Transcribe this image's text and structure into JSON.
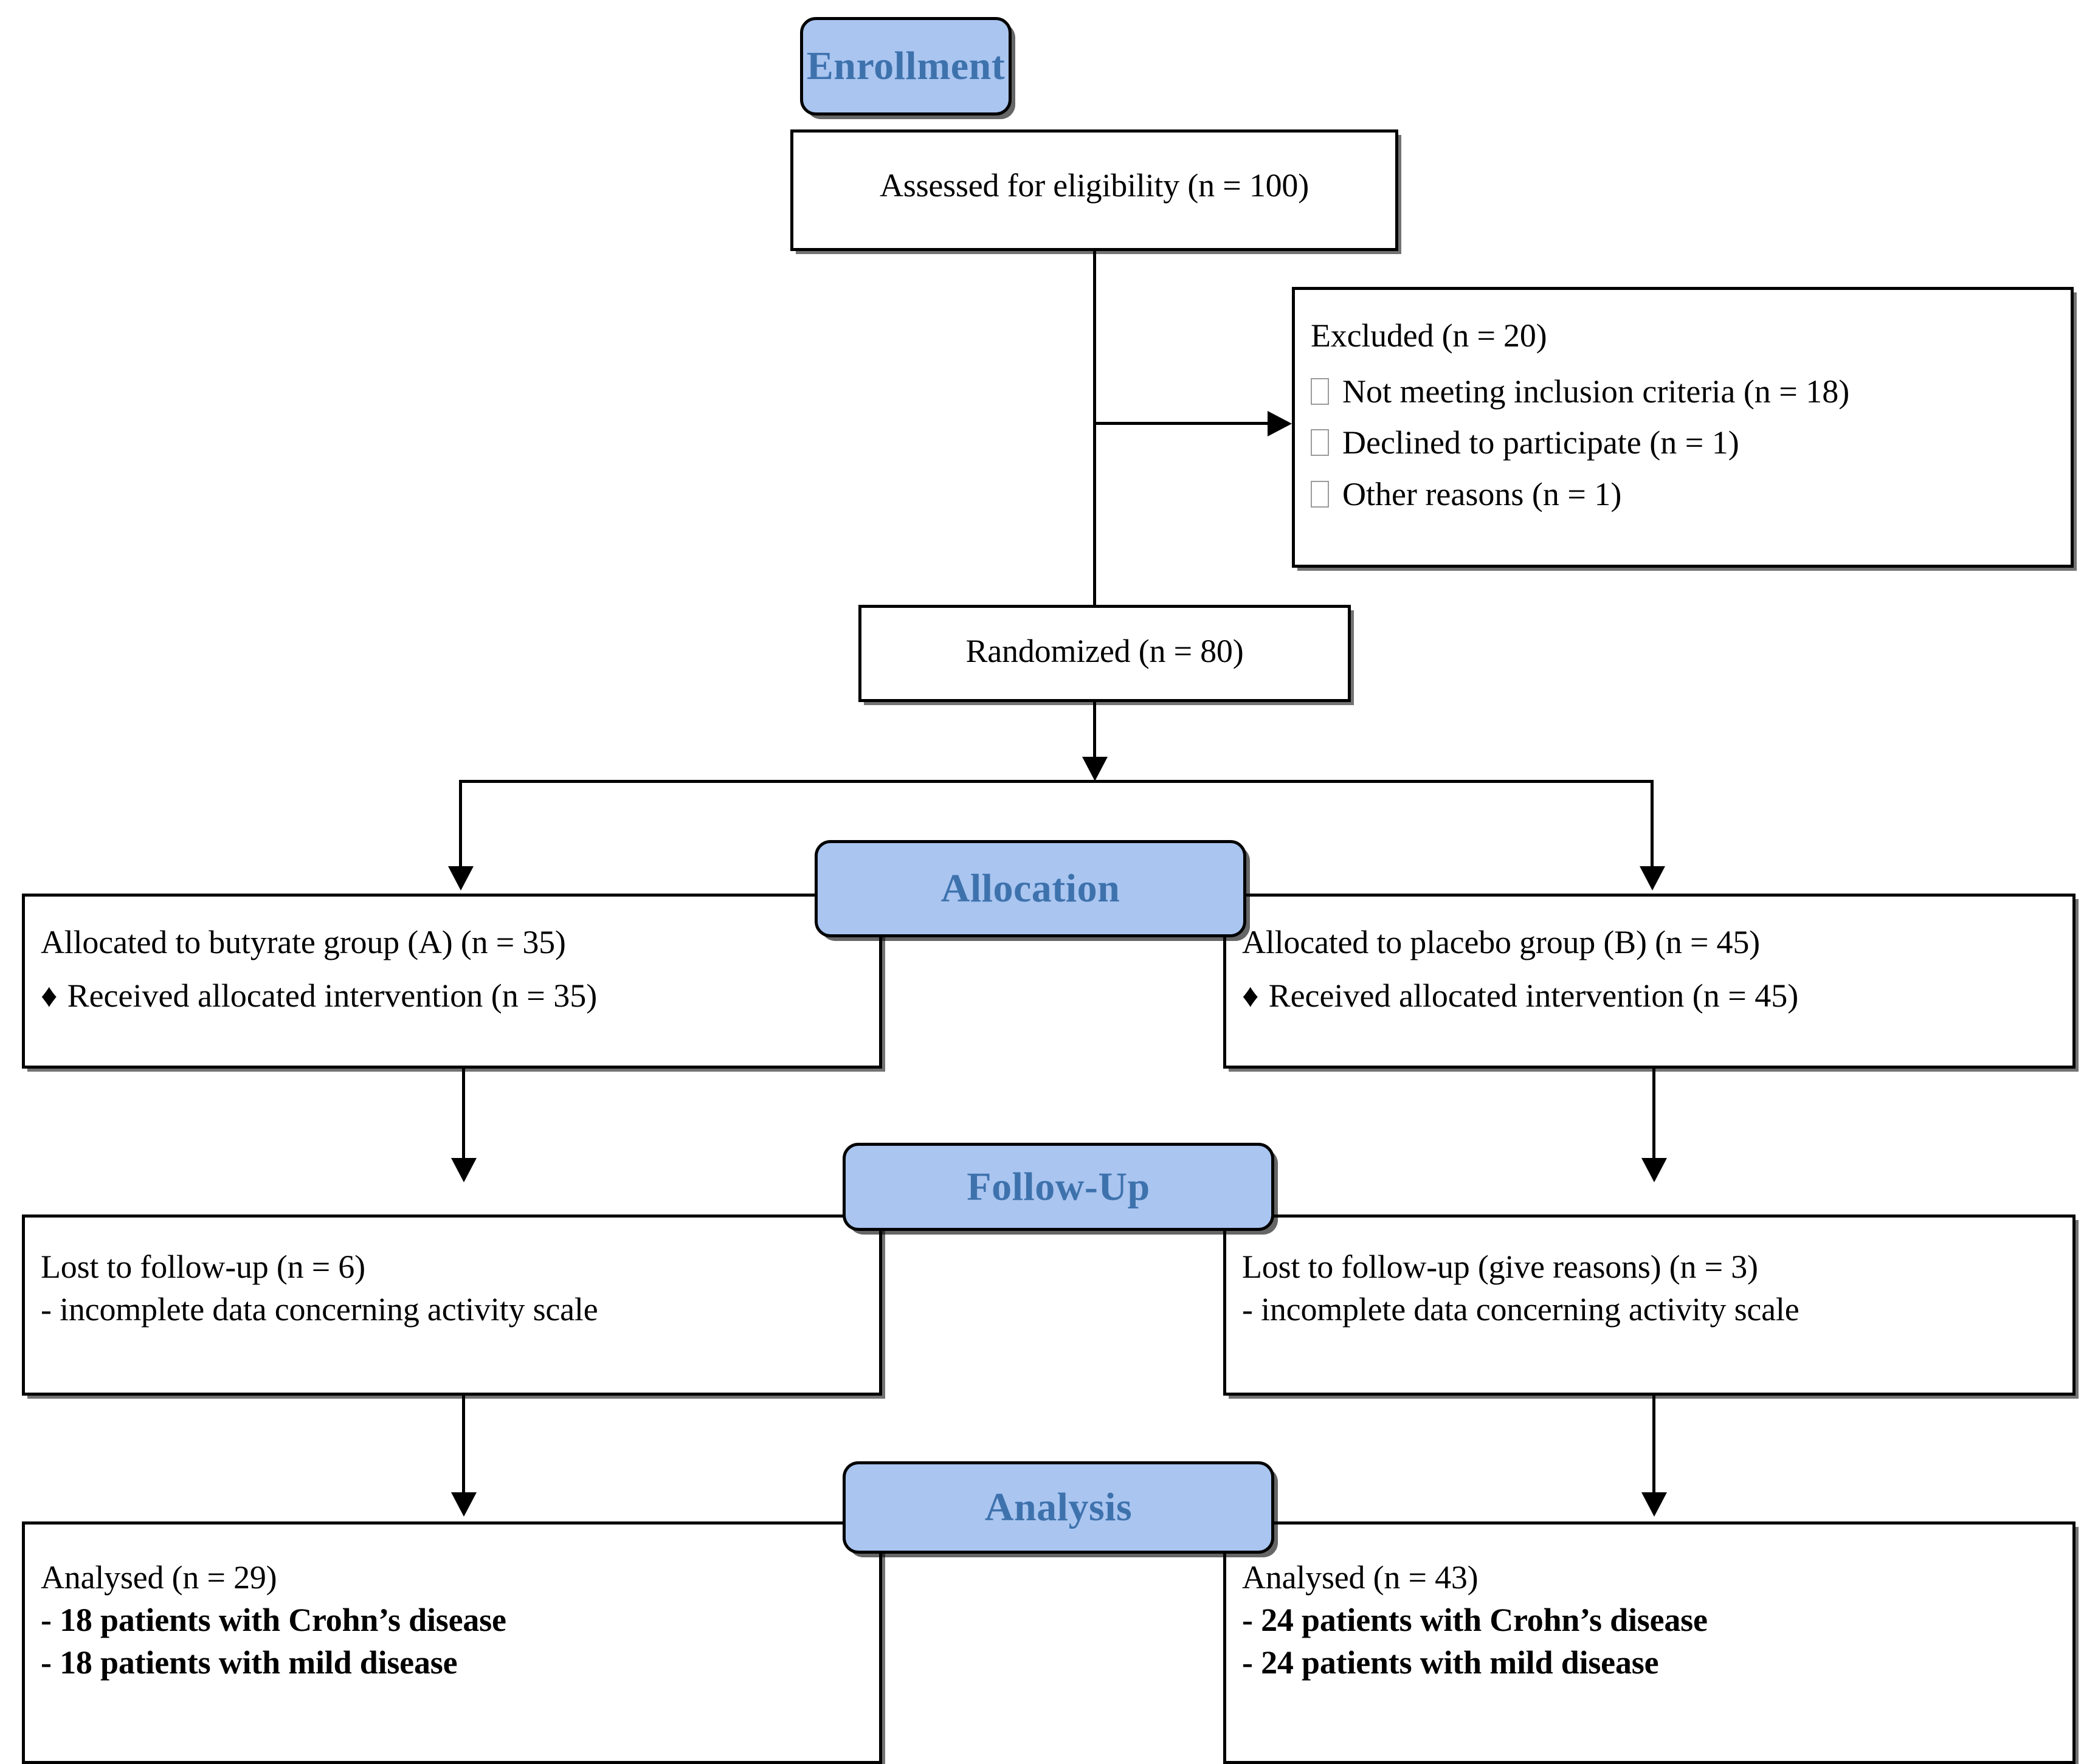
{
  "diagram": {
    "title": "CONSORT participant flow diagram",
    "accent_badge_fill": "#a9c5f0",
    "accent_badge_text": "#3e72ad",
    "line_color": "#000000"
  },
  "stages": {
    "enrollment": "Enrollment",
    "allocation": "Allocation",
    "followup": "Follow-Up",
    "analysis": "Analysis"
  },
  "enrollment": {
    "assessed": "Assessed for eligibility (n = 100)",
    "excluded_title": "Excluded  (n = 20)",
    "excluded_reasons": [
      "Not meeting inclusion criteria (n = 18)",
      "Declined to participate (n = 1)",
      "Other reasons (n = 1)"
    ],
    "randomized": "Randomized (n = 80)"
  },
  "allocation": {
    "left": {
      "heading": "Allocated to butyrate group (A) (n = 35)",
      "bullet": "Received allocated intervention (n = 35)"
    },
    "right": {
      "heading": "Allocated to placebo group (B) (n = 45)",
      "bullet": "Received allocated intervention (n = 45)"
    }
  },
  "followup": {
    "left": {
      "heading": "Lost to follow-up (n = 6)",
      "detail": "- incomplete data concerning activity scale"
    },
    "right": {
      "heading": "Lost to follow-up (give reasons) (n = 3)",
      "detail": "- incomplete data concerning activity scale"
    }
  },
  "analysis": {
    "left": {
      "heading": "Analysed  (n = 29)",
      "lines": [
        "- 18 patients with Crohn’s disease",
        "- 18 patients with mild disease"
      ]
    },
    "right": {
      "heading": "Analysed  (n = 43)",
      "lines": [
        "- 24 patients with Crohn’s disease",
        "- 24 patients with mild disease"
      ]
    }
  },
  "icons": {
    "diamond_bullet": "♦",
    "empty_box_bullet": ""
  }
}
